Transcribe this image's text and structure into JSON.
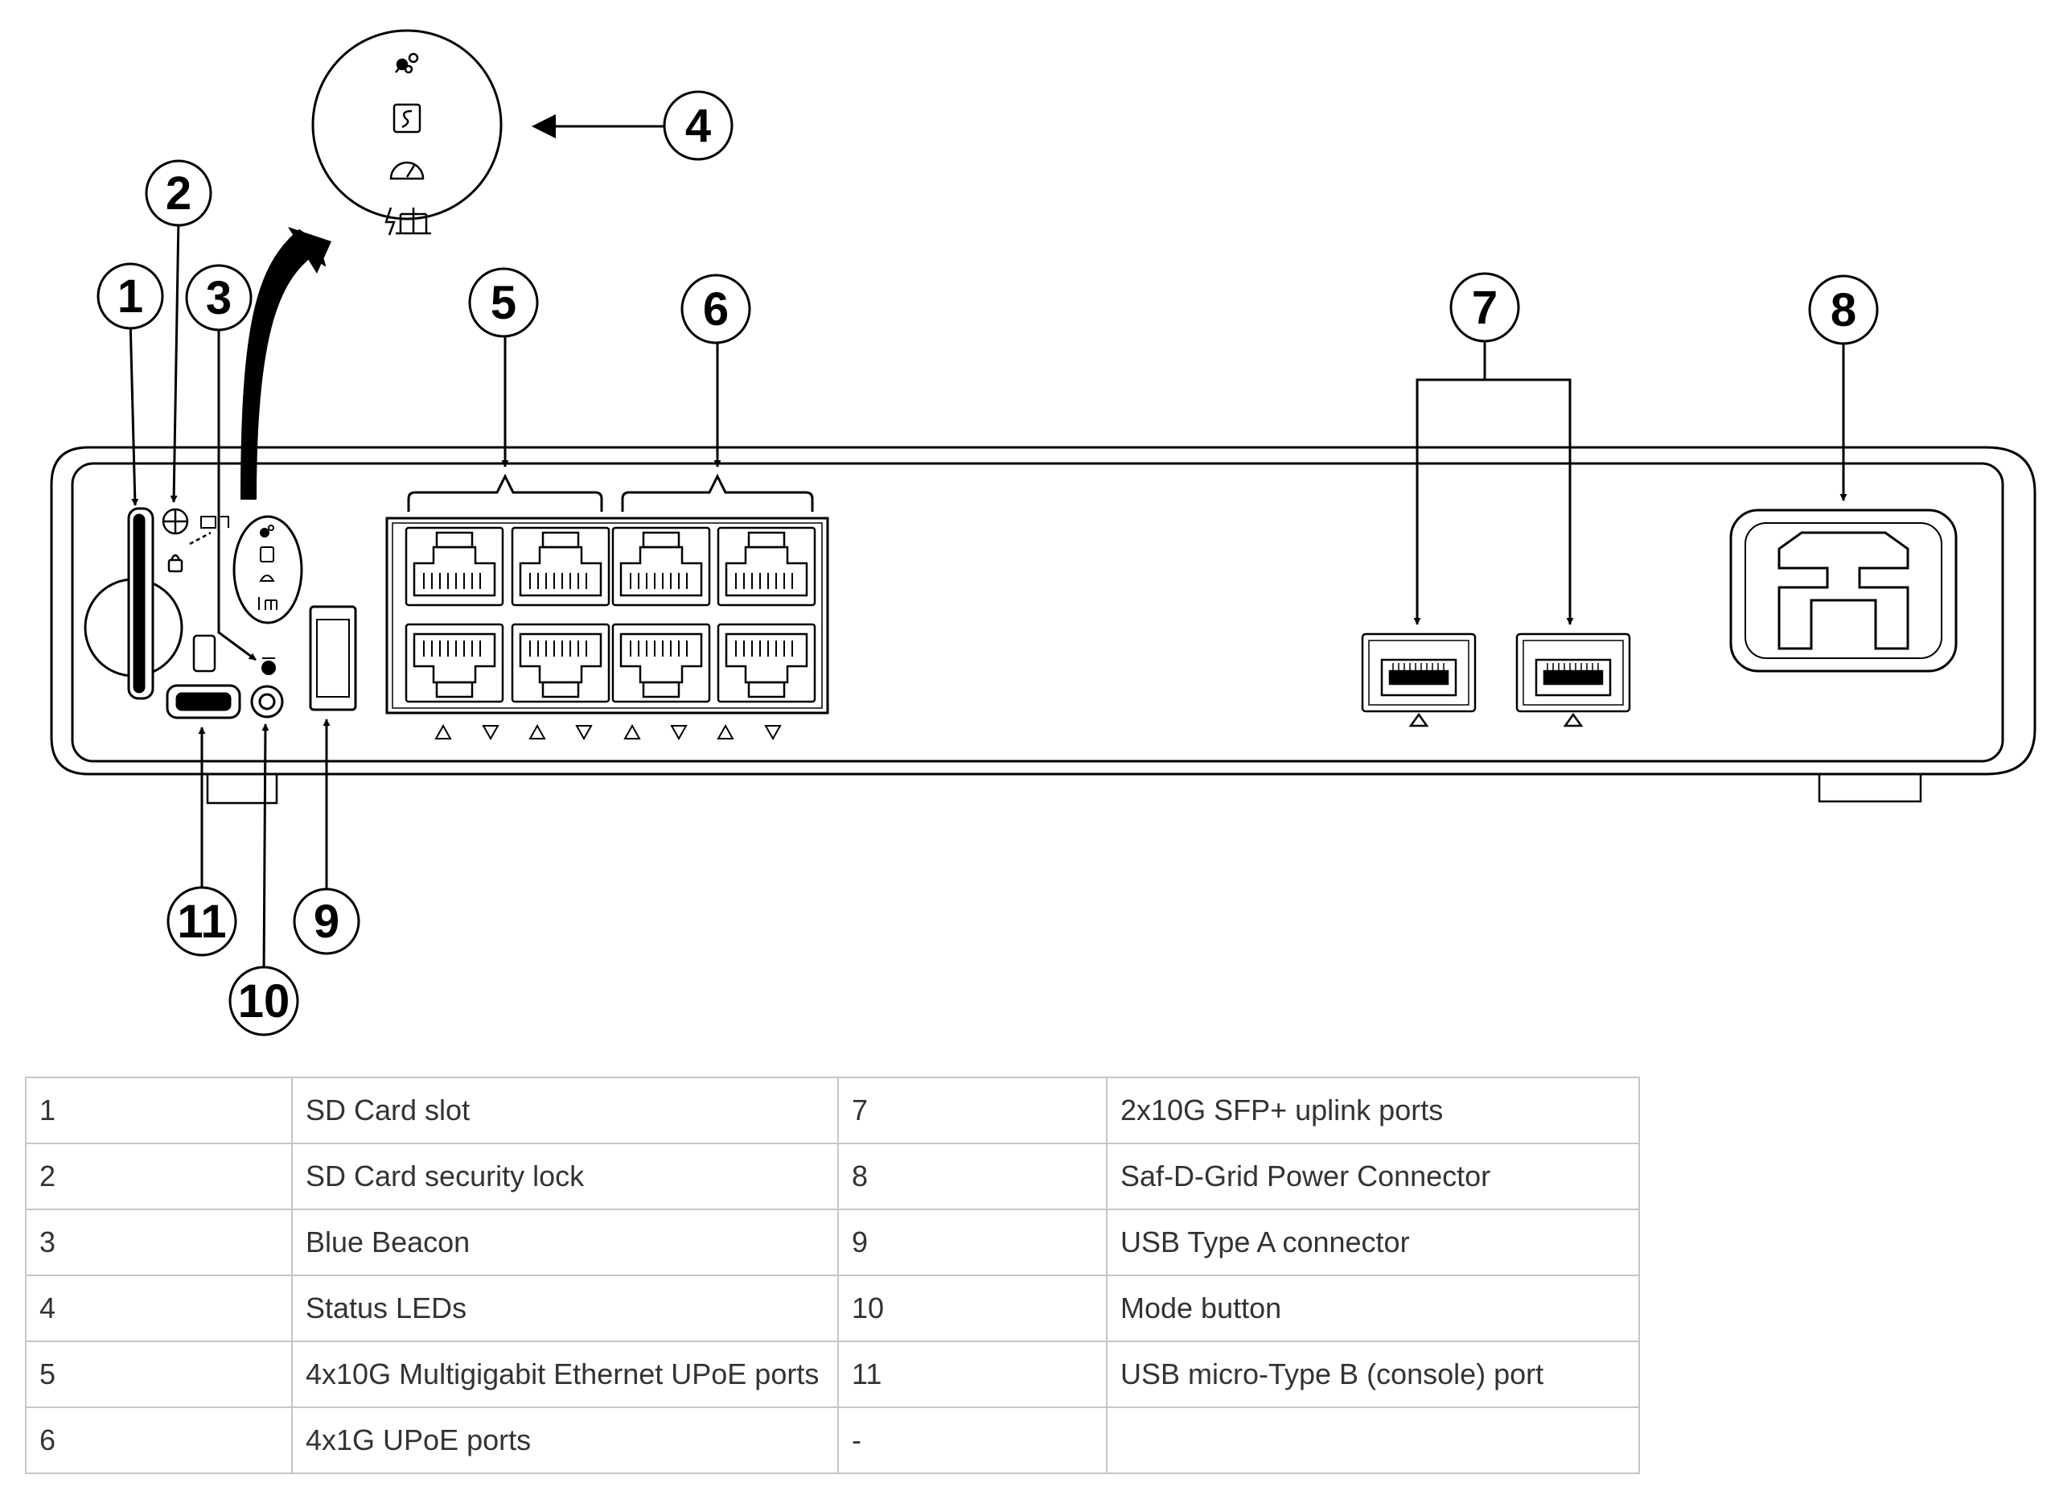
{
  "callouts": [
    "1",
    "2",
    "3",
    "4",
    "5",
    "6",
    "7",
    "8",
    "9",
    "10",
    "11"
  ],
  "legend": [
    {
      "num": "1",
      "desc": "SD Card slot",
      "num2": "7",
      "desc2": "2x10G SFP+ uplink ports"
    },
    {
      "num": "2",
      "desc": "SD Card security lock",
      "num2": "8",
      "desc2": "Saf-D-Grid Power Connector"
    },
    {
      "num": "3",
      "desc": "Blue Beacon",
      "num2": "9",
      "desc2": "USB Type A connector"
    },
    {
      "num": "4",
      "desc": "Status LEDs",
      "num2": "10",
      "desc2": "Mode button"
    },
    {
      "num": "5",
      "desc": "4x10G Multigigabit Ethernet UPoE ports",
      "num2": "11",
      "desc2": "USB micro-Type B (console) port"
    },
    {
      "num": "6",
      "desc": "4x1G UPoE ports",
      "num2": "-",
      "desc2": ""
    }
  ],
  "icons": {
    "status_leds": [
      "system-led-icon",
      "stack-led-icon",
      "speed-led-icon",
      "poe-led-icon"
    ],
    "port_markers": [
      "port-up-triangle",
      "port-down-triangle"
    ]
  }
}
